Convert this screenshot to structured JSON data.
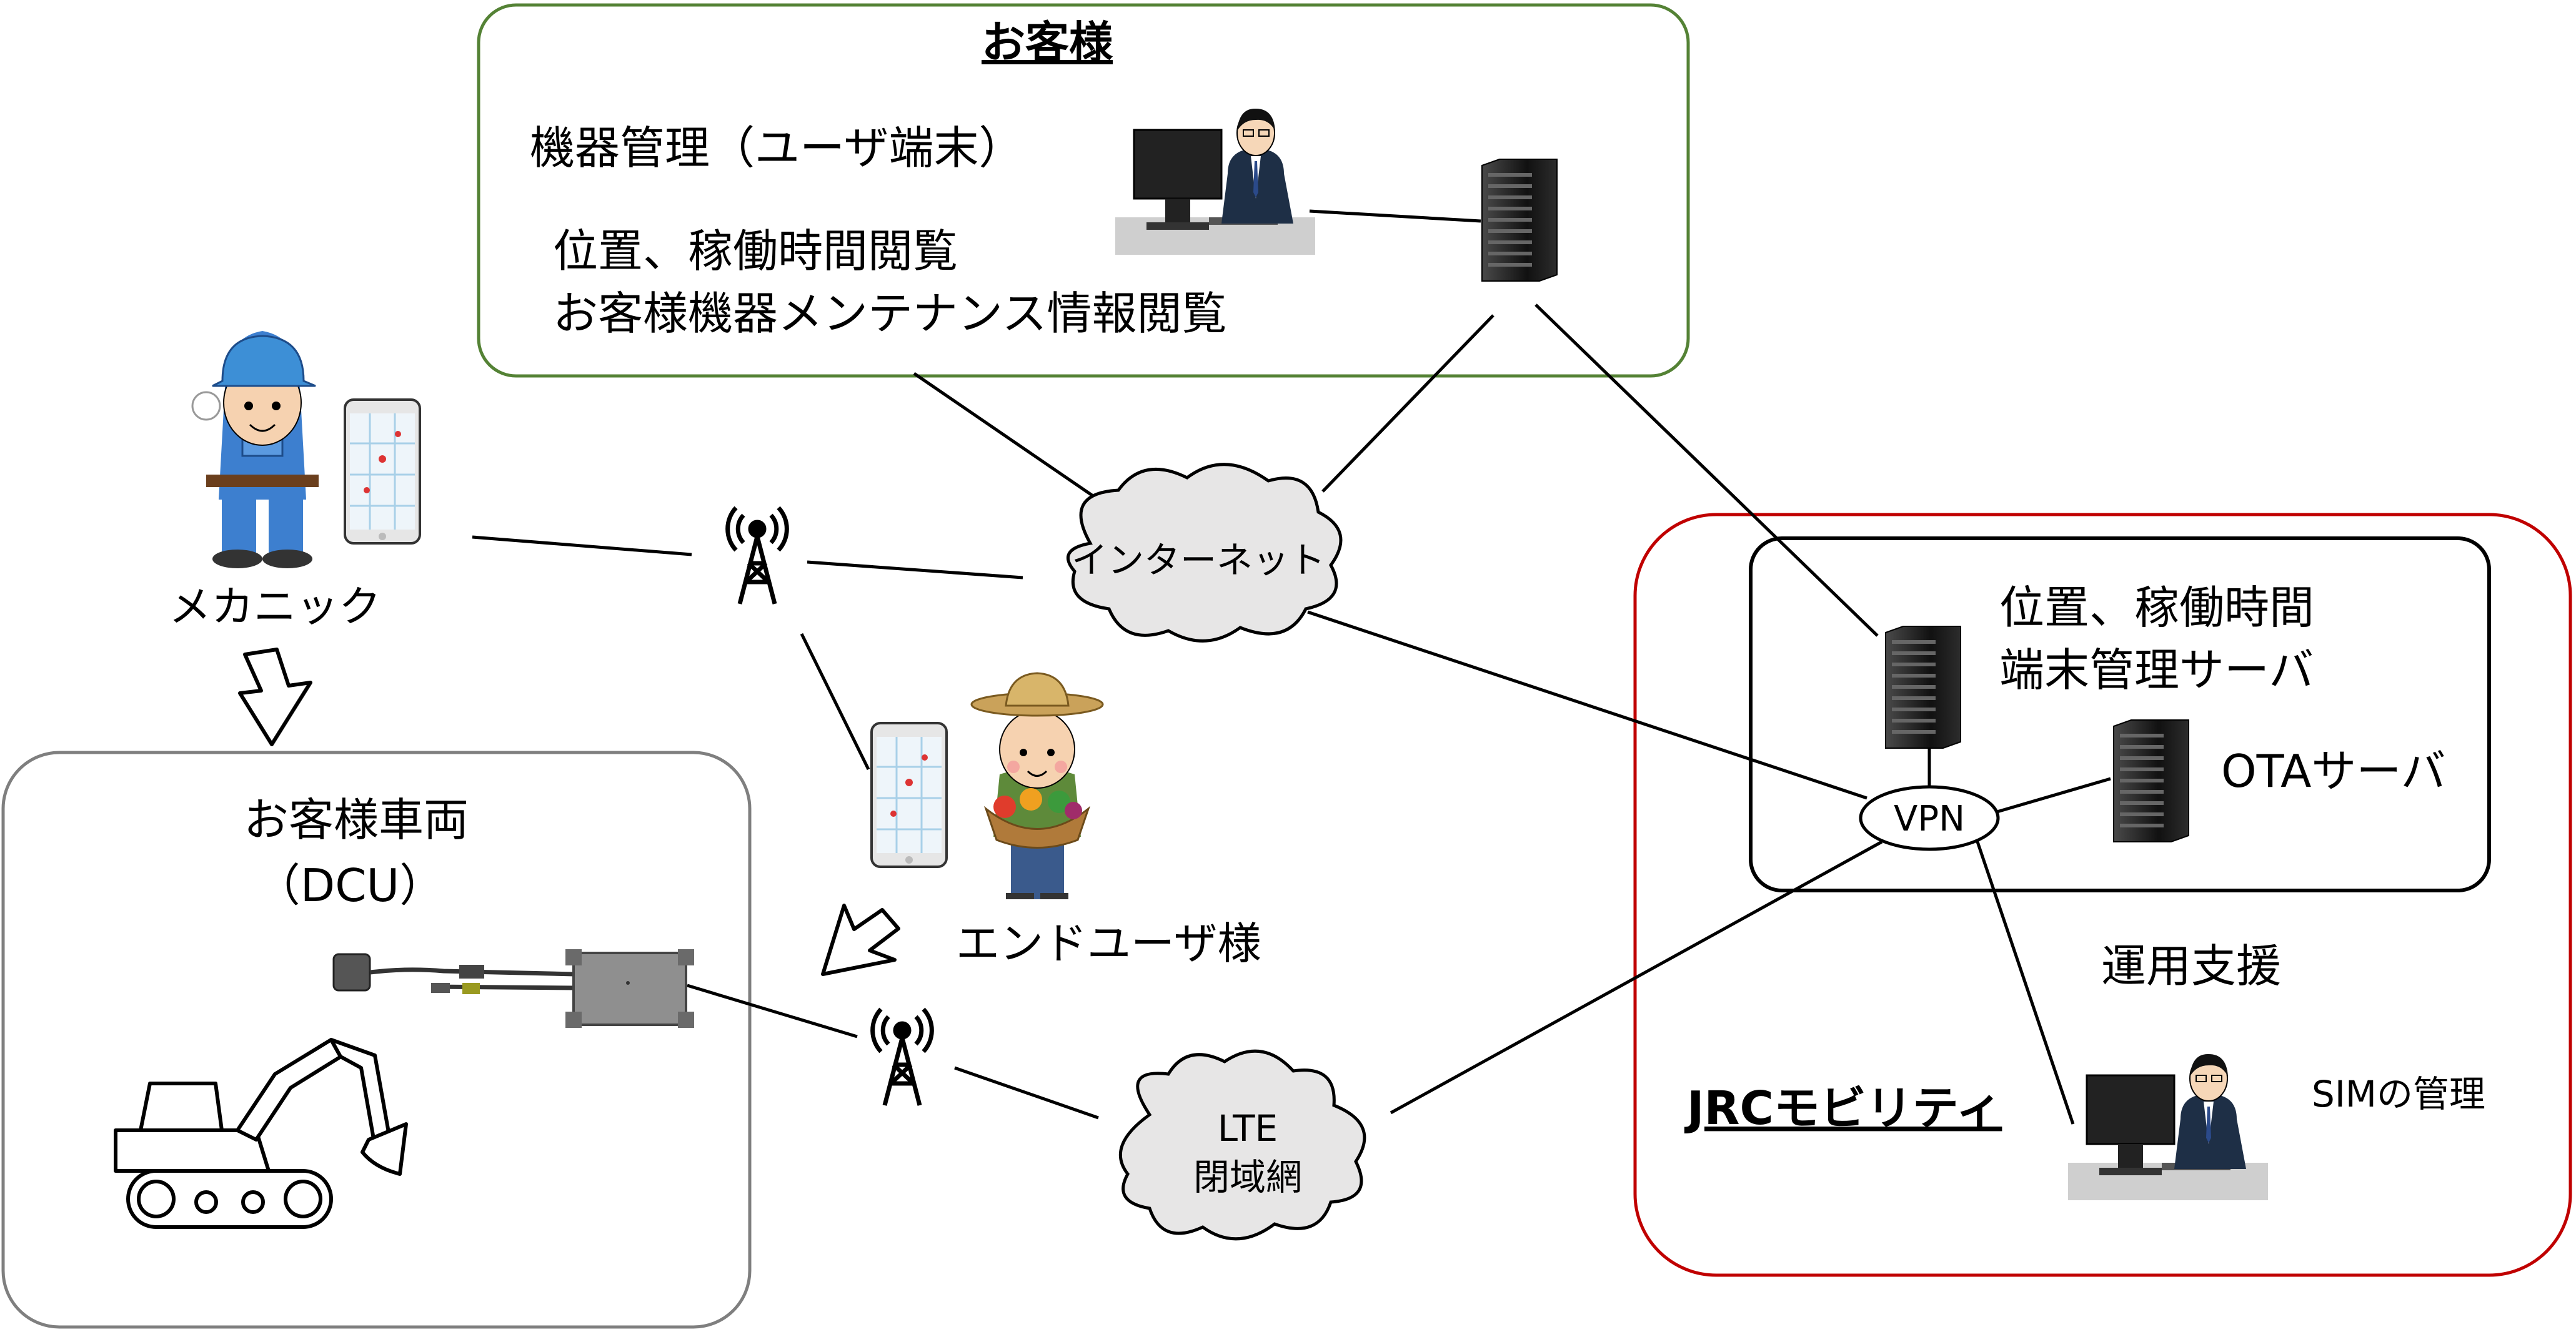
{
  "customer": {
    "title": "お客様",
    "equipment_mgmt": "機器管理（ユーザ端末）",
    "view_line1": "位置、稼働時間閲覧",
    "view_line2": "お客様機器メンテナンス情報閲覧"
  },
  "mechanic": {
    "label": "メカニック"
  },
  "vehicle": {
    "title_line1": "お客様車両",
    "title_line2": "（DCU）"
  },
  "end_user": {
    "label": "エンドユーザ様"
  },
  "internet": {
    "label": "インターネット"
  },
  "lte": {
    "line1": "LTE",
    "line2": "閉域網"
  },
  "jrc": {
    "name": "JRCモビリティ",
    "server_line1": "位置、稼働時間",
    "server_line2": "端末管理サーバ",
    "ota": "OTAサーバ",
    "vpn": "VPN",
    "operation_support": "運用支援",
    "sim_mgmt": "SIMの管理"
  },
  "colors": {
    "customer_border": "#548235",
    "jrc_border": "#C00000",
    "vehicle_border": "#7F7F7F",
    "cloud_fill": "#E7E6E6",
    "server_dark": "#1a1a1a"
  }
}
